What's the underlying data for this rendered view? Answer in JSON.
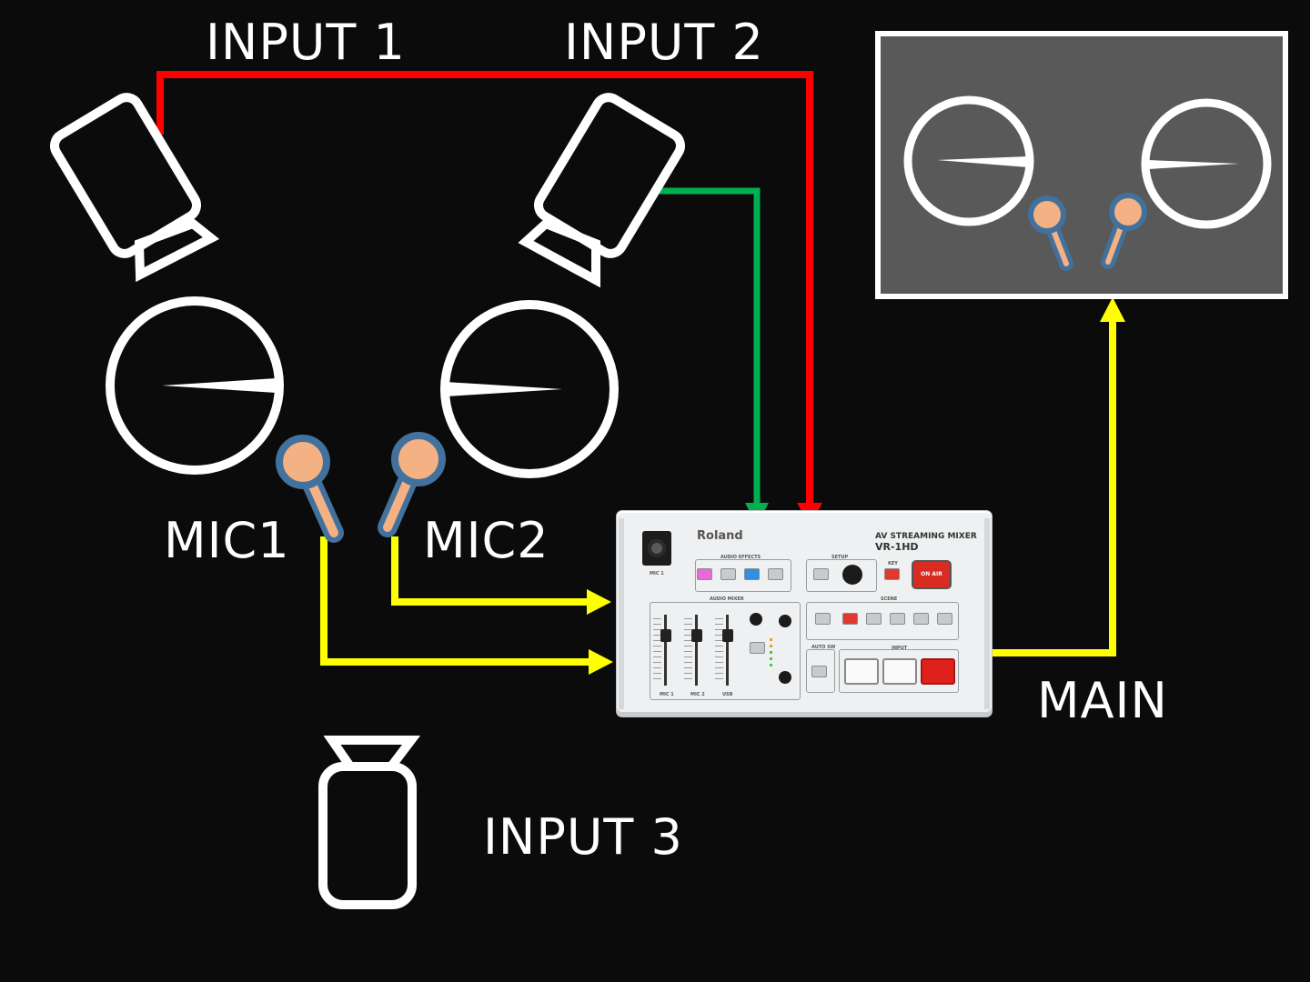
{
  "labels": {
    "input1": "INPUT 1",
    "input2": "INPUT 2",
    "input3": "INPUT 3",
    "mic1": "MIC1",
    "mic2": "MIC2",
    "main": "MAIN"
  },
  "mixer": {
    "brand": "Roland",
    "product_line": "AV STREAMING MIXER",
    "model": "VR-1HD",
    "mic_label": "MIC 1",
    "audio_effects_label": "AUDIO EFFECTS",
    "audio_mixer_label": "AUDIO MIXER",
    "setup_label": "SETUP",
    "key_label": "KEY",
    "on_air_label": "ON AIR",
    "scene_label": "SCENE",
    "input_label": "INPUT",
    "auto_sw_label": "AUTO SW",
    "fader_labels": [
      "MIC 1",
      "MIC 2",
      "USB"
    ]
  },
  "connections": [
    {
      "from": "camera-1",
      "to": "mixer",
      "label": "INPUT 1",
      "color": "#ff0000"
    },
    {
      "from": "camera-2",
      "to": "mixer",
      "label": "INPUT 2",
      "color": "#00b050"
    },
    {
      "from": "mic-1",
      "to": "mixer",
      "label": "MIC1",
      "color": "#ffff00"
    },
    {
      "from": "mic-2",
      "to": "mixer",
      "label": "MIC2",
      "color": "#ffff00"
    },
    {
      "from": "mixer",
      "to": "monitor",
      "label": "MAIN",
      "color": "#ffff00"
    }
  ],
  "colors": {
    "background": "#0b0b0b",
    "outline": "#ffffff",
    "red_cable": "#ff0000",
    "green_cable": "#00b050",
    "yellow_cable": "#ffff00",
    "mic_head": "#f4b183",
    "mic_outline": "#41719c",
    "monitor_screen": "#595959"
  }
}
